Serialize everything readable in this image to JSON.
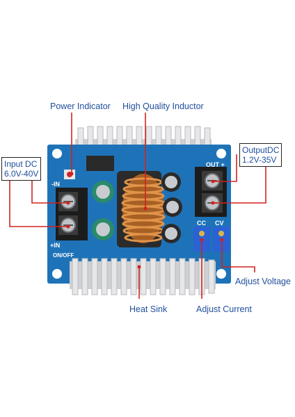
{
  "labels": {
    "power_indicator": "Power Indicator",
    "high_quality_inductor": "High Quality Inductor",
    "input_line1": "Input DC",
    "input_line2": "6.0V-40V",
    "output_line1": "OutputDC",
    "output_line2": "1.2V-35V",
    "heat_sink": "Heat Sink",
    "adjust_current": "Adjust Current",
    "adjust_voltage": "Adjust Voltage"
  },
  "board_silkscreen": {
    "in_minus": "-IN",
    "in_plus": "+IN",
    "out_plus": "OUT +",
    "on_off": "ON/OFF",
    "cc": "CC",
    "cv": "CV"
  },
  "colors": {
    "label_text": "#1f4e9c",
    "pointer_line": "#d0221f",
    "board": "#1e73b8",
    "heatsink": "#d9dadc",
    "inductor_copper": "#c8742a",
    "trimpot": "#2a62d4"
  }
}
